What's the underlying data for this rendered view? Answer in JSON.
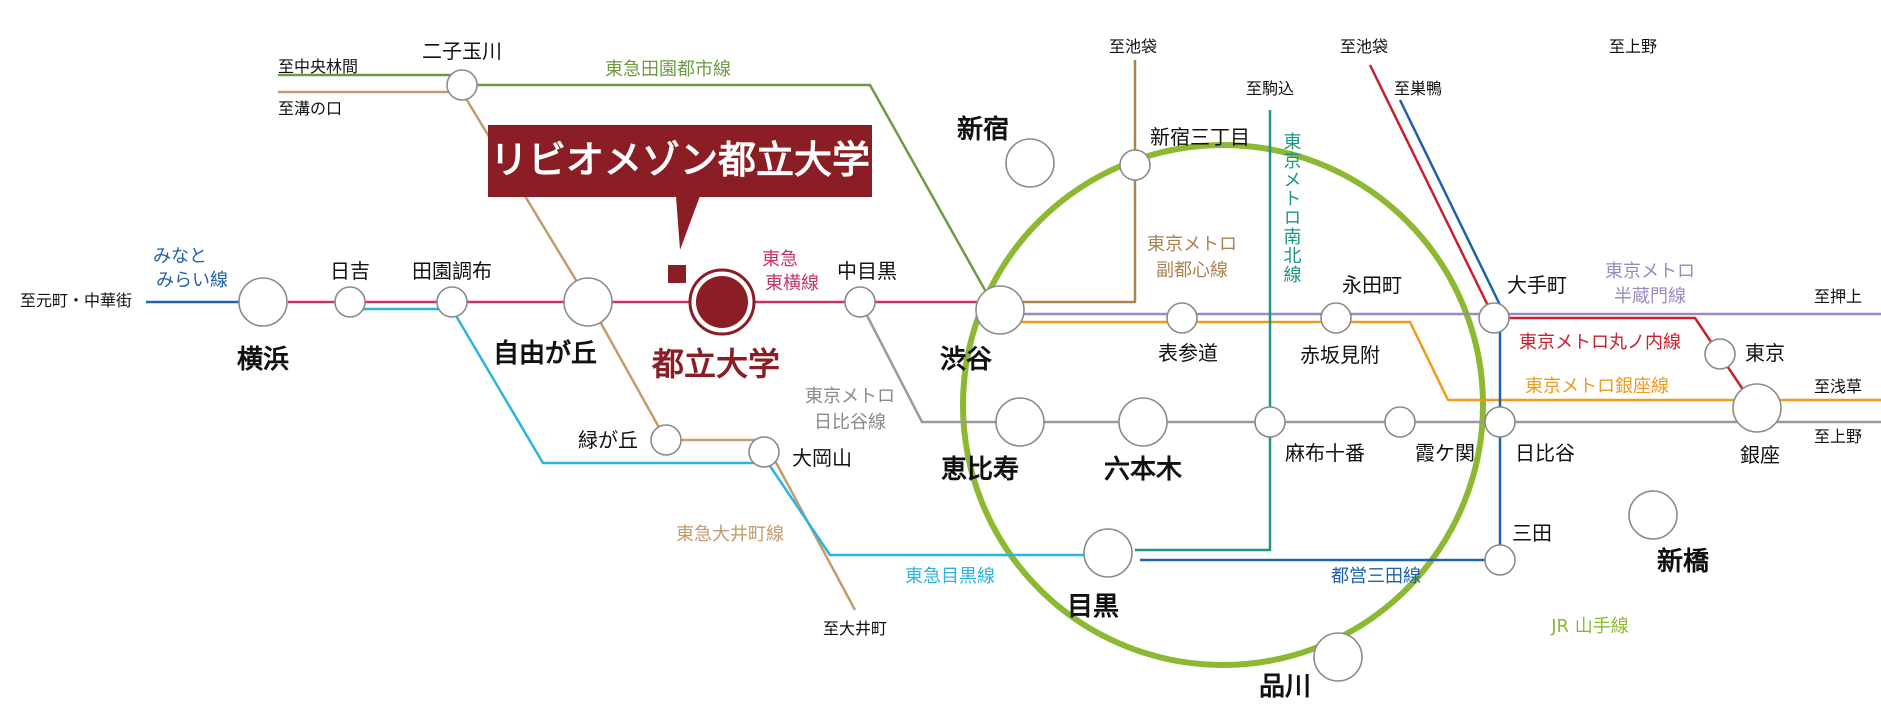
{
  "callout": {
    "text": "リビオメゾン都立大学",
    "color": "#8b1d24"
  },
  "highlight_station": "都立大学",
  "stations": {
    "futakotamagawa": "二子玉川",
    "hiyoshi": "日吉",
    "denenchofu": "田園調布",
    "yokohama": "横浜",
    "jiyugaoka": "自由が丘",
    "midorigaoka": "緑が丘",
    "ookayama": "大岡山",
    "nakameguro": "中目黒",
    "shinjuku": "新宿",
    "shinjuku_sanchome": "新宿三丁目",
    "shibuya": "渋谷",
    "ebisu": "恵比寿",
    "omotesando": "表参道",
    "nagatacho": "永田町",
    "akasakamitsuke": "赤坂見附",
    "roppongi": "六本木",
    "azabujuban": "麻布十番",
    "kasumigaseki": "霞ケ関",
    "otemachi": "大手町",
    "hibiya": "日比谷",
    "tokyo": "東京",
    "ginza": "銀座",
    "shinbashi": "新橋",
    "mita": "三田",
    "meguro": "目黒",
    "shinagawa": "品川"
  },
  "destinations": {
    "chuorinkan": "至中央林間",
    "mizonokuchi": "至溝の口",
    "ikebukuro_fuku": "至池袋",
    "komagome": "至駒込",
    "ikebukuro_maru": "至池袋",
    "sugamo": "至巣鴨",
    "ueno_yamanote": "至上野",
    "motomachi": "至元町・中華街",
    "oshiage": "至押上",
    "asakusa": "至浅草",
    "ueno_hibiya": "至上野",
    "oimachi": "至大井町"
  },
  "lines": {
    "toyoko": {
      "label_1": "東急",
      "label_2": "東横線",
      "color": "#c8336b"
    },
    "denentoshi": {
      "label": "東急田園都市線",
      "color": "#6d9b44"
    },
    "minatomirai": {
      "label_1": "みなと",
      "label_2": "みらい線",
      "color": "#1f62ad"
    },
    "fukutoshin": {
      "label_1": "東京メトロ",
      "label_2": "副都心線",
      "color": "#a98451"
    },
    "namboku": {
      "label": "東京メトロ南北線",
      "color": "#1f9585"
    },
    "hanzomon": {
      "label_1": "東京メトロ",
      "label_2": "半蔵門線",
      "color": "#9b8ac0"
    },
    "marunouchi": {
      "label": "東京メトロ丸ノ内線",
      "color": "#c7202e"
    },
    "ginza": {
      "label": "東京メトロ銀座線",
      "color": "#ee9a1f"
    },
    "hibiya": {
      "label_1": "東京メトロ",
      "label_2": "日比谷線",
      "color": "#9a9a9a"
    },
    "oimachi": {
      "label": "東急大井町線",
      "color": "#c39b6c"
    },
    "meguro": {
      "label": "東急目黒線",
      "color": "#2bb4e2"
    },
    "mita": {
      "label": "都営三田線",
      "color": "#1b62ad"
    },
    "yamanote": {
      "label": "JR 山手線",
      "color": "#8cb832"
    }
  }
}
